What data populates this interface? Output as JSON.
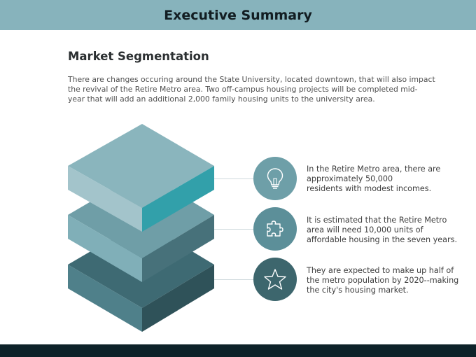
{
  "header": {
    "title": "Executive Summary"
  },
  "section": {
    "title": "Market Segmentation",
    "intro_lines": [
      "There are changes occuring around the State University, located downtown, that will also impact",
      "the revival of the Retire Metro area.  Two off-campus housing projects will be completed mid-",
      "year that will add an additional 2,000 family housing units to the university area."
    ]
  },
  "items": [
    {
      "icon": "lightbulb-icon",
      "color": "#6e9fa8",
      "lines": [
        "In the Retire Metro area, there are",
        "approximately 50,000",
        "residents with modest incomes."
      ]
    },
    {
      "icon": "puzzle-icon",
      "color": "#5c8f99",
      "lines": [
        "It is estimated that the Retire Metro",
        "area will need 10,000 units of",
        "affordable housing in the seven years."
      ]
    },
    {
      "icon": "star-icon",
      "color": "#3d666d",
      "lines": [
        "They are expected to make up half of",
        "the metro population by 2020--making",
        "the city's housing market."
      ]
    }
  ],
  "colors": {
    "header": "#87b3bc",
    "footer": "#0d2229",
    "layer_top": [
      "#8ab5bd",
      "#a3c4cb",
      "#32a0aa"
    ],
    "layer_middle": [
      "#6f9ea7",
      "#80afb8",
      "#47717a"
    ],
    "layer_bottom": [
      "#3e6a73",
      "#4f808a",
      "#2f5259"
    ]
  }
}
